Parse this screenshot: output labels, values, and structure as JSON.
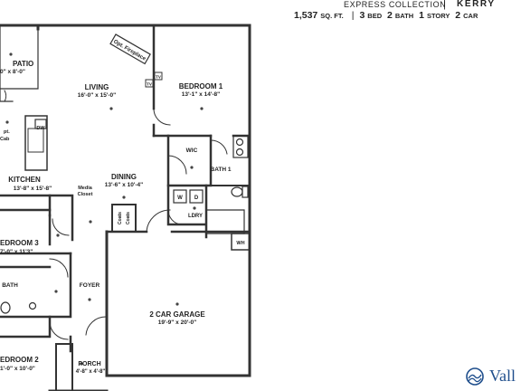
{
  "header": {
    "collection": "EXPRESS COLLECTION",
    "separator": "|",
    "plan_name": "KERRY",
    "sqft_value": "1,537",
    "sqft_unit": "SQ. FT.",
    "beds_value": "3",
    "beds_unit": "BED",
    "baths_value": "2",
    "baths_unit": "BATH",
    "stories_value": "1",
    "stories_unit": "STORY",
    "cars_value": "2",
    "cars_unit": "CAR"
  },
  "rooms": {
    "patio": {
      "name": "PATIO",
      "dims": "0\" x 8'-0\""
    },
    "living": {
      "name": "LIVING",
      "dims": "16'-0\" x 15'-0\""
    },
    "bedroom1": {
      "name": "BEDROOM 1",
      "dims": "13'-1\" x 14'-8\""
    },
    "kitchen": {
      "name": "KITCHEN",
      "dims": "13'-8\" x 15'-8\""
    },
    "dining": {
      "name": "DINING",
      "dims": "13'-6\" x 10'-4\""
    },
    "bedroom3": {
      "name": "EDROOM 3",
      "dims": "7'-0\" x 11'3\""
    },
    "bath": {
      "name": "BATH"
    },
    "foyer": {
      "name": "FOYER"
    },
    "garage": {
      "name": "2 CAR GARAGE",
      "dims": "19'-9\" x 20'-0\""
    },
    "porch": {
      "name": "PORCH",
      "dims": "4'-8\" x 4'-8\""
    },
    "bedroom2": {
      "name": "EDROOM 2",
      "dims": "1'-0\" x 10'-0\""
    }
  },
  "labels": {
    "fireplace": "Opt. Fireplace",
    "tv": "TV",
    "wic": "WIC",
    "bath1": "BATH 1",
    "dw": "DW",
    "opt_cab_1": "pt.",
    "opt_cab_2": "Cab",
    "media_closet_1": "Media",
    "media_closet_2": "Closet",
    "washer": "W",
    "dryer": "D",
    "ldry": "LDRY",
    "coats_1": "Coats",
    "coats_2": "Coats",
    "water_heater": "WH"
  },
  "logo": {
    "text": "Vall"
  },
  "colors": {
    "wall": "#333333",
    "logo": "#1f4e8c",
    "background": "#ffffff"
  }
}
